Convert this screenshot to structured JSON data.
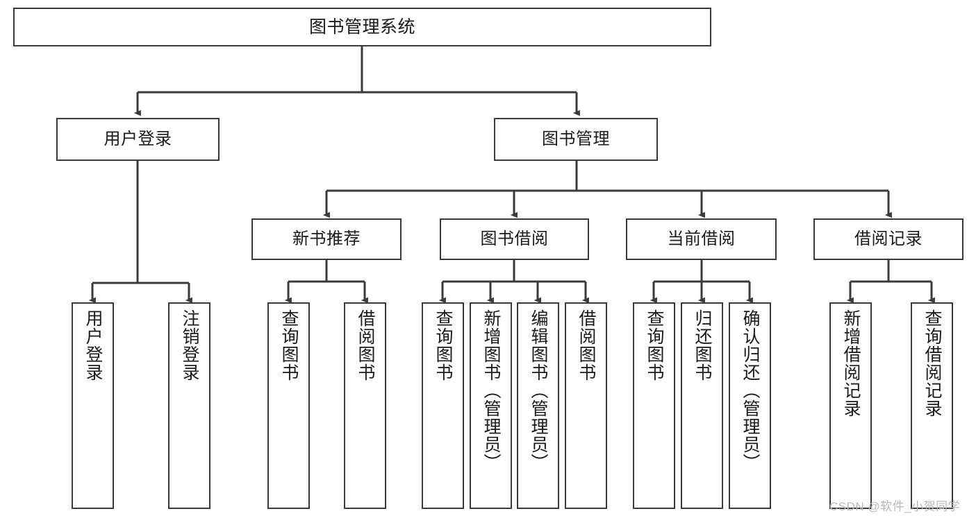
{
  "diagram": {
    "title": "图书管理系统",
    "type": "hierarchy-tree",
    "levels": 4,
    "colors": {
      "box_border": "#3a3a3a",
      "box_fill": "#ffffff",
      "link": "#3a3a3a",
      "text": "#1a1a1a",
      "watermark": "#b8b8b8"
    },
    "nodes": {
      "root": {
        "id": "root",
        "label": "图书管理系统"
      },
      "level2": [
        {
          "id": "user-login",
          "label": "用户登录"
        },
        {
          "id": "book-manage",
          "label": "图书管理"
        }
      ],
      "level3": [
        {
          "id": "new-book-rec",
          "label": "新书推荐",
          "parent": "book-manage"
        },
        {
          "id": "book-borrow",
          "label": "图书借阅",
          "parent": "book-manage"
        },
        {
          "id": "current-borrow",
          "label": "当前借阅",
          "parent": "book-manage"
        },
        {
          "id": "borrow-record",
          "label": "借阅记录",
          "parent": "book-manage"
        }
      ],
      "leaves": [
        {
          "id": "leaf-user-login",
          "label": "用户登录",
          "parent": "user-login"
        },
        {
          "id": "leaf-user-logout",
          "label": "注销登录",
          "parent": "user-login"
        },
        {
          "id": "leaf-query-book-1",
          "label": "查询图书",
          "parent": "new-book-rec"
        },
        {
          "id": "leaf-borrow-book-1",
          "label": "借阅图书",
          "parent": "new-book-rec"
        },
        {
          "id": "leaf-query-book-2",
          "label": "查询图书",
          "parent": "book-borrow"
        },
        {
          "id": "leaf-add-book",
          "label": "新增图书（管理员）",
          "parent": "book-borrow"
        },
        {
          "id": "leaf-edit-book",
          "label": "编辑图书（管理员）",
          "parent": "book-borrow"
        },
        {
          "id": "leaf-borrow-book-2",
          "label": "借阅图书",
          "parent": "book-borrow"
        },
        {
          "id": "leaf-query-book-3",
          "label": "查询图书",
          "parent": "current-borrow"
        },
        {
          "id": "leaf-return-book",
          "label": "归还图书",
          "parent": "current-borrow"
        },
        {
          "id": "leaf-confirm-return",
          "label": "确认归还（管理员）",
          "parent": "current-borrow"
        },
        {
          "id": "leaf-add-record",
          "label": "新增借阅记录",
          "parent": "borrow-record"
        },
        {
          "id": "leaf-query-record",
          "label": "查询借阅记录",
          "parent": "borrow-record"
        }
      ]
    },
    "watermark": "CSDN @软件_小贺同学"
  }
}
